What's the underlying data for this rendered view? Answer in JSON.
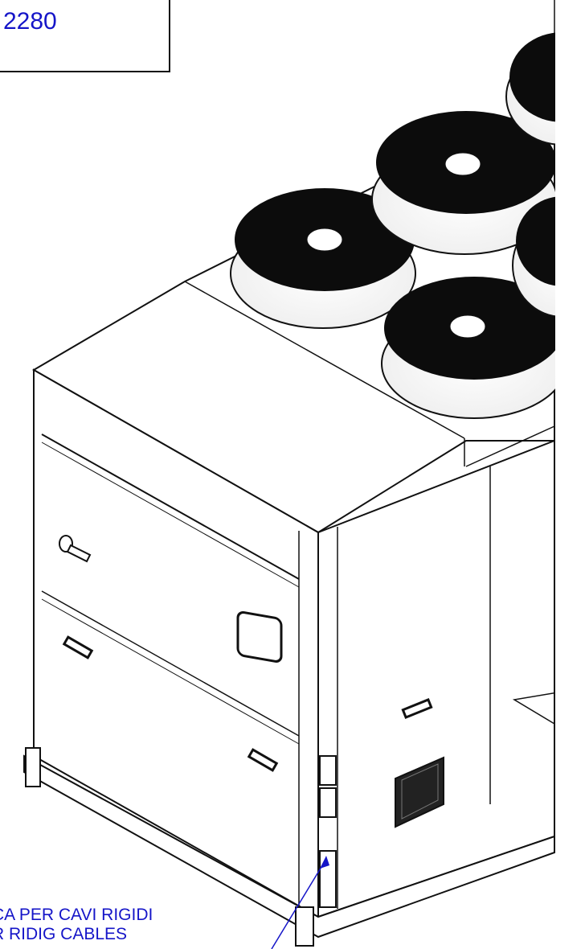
{
  "dimension": {
    "value": "2280"
  },
  "callout": {
    "line1": "CA PER CAVI RIGIDI",
    "line2": "R RIDIG CABLES"
  },
  "colors": {
    "annotation": "#1515c8",
    "line": "#111111",
    "fan_fill": "#0c0c0c"
  },
  "icons": [
    "fan-guard-icon",
    "handle-icon",
    "vent-grille-icon"
  ]
}
